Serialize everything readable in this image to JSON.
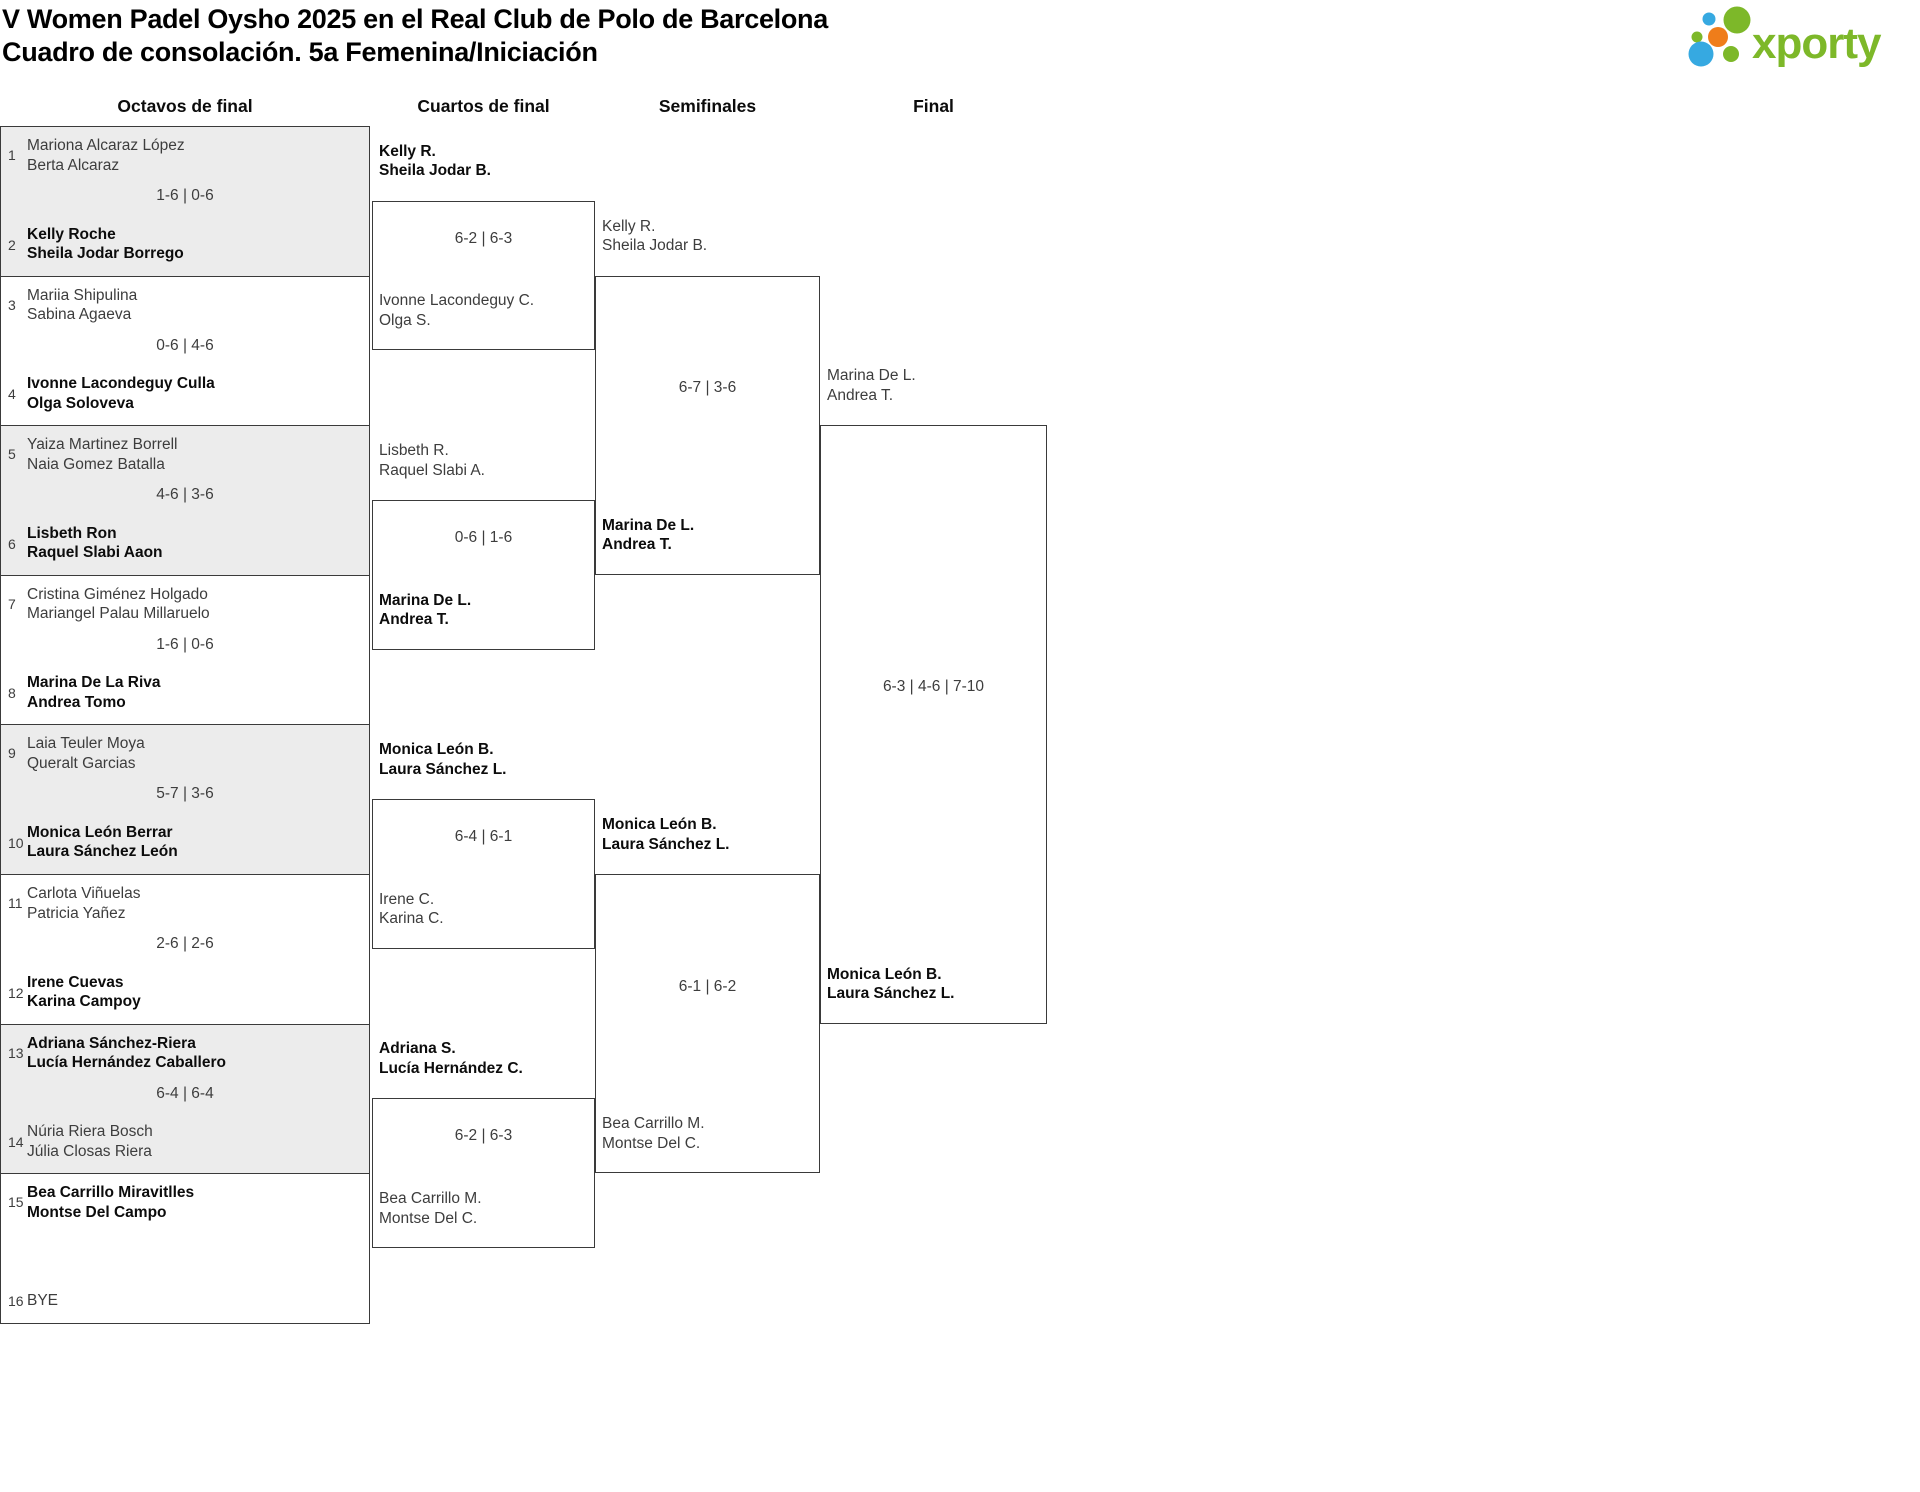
{
  "title": {
    "line1": "V Women Padel Oysho 2025 en el Real Club de Polo de Barcelona",
    "line2": "Cuadro de consolación. 5a Femenina/Iniciación"
  },
  "logo": {
    "brand": "xporty",
    "green": "#7db829",
    "blue": "#36a9e1",
    "orange": "#ef7d1a"
  },
  "round_headers": [
    "Octavos de final",
    "Cuartos de final",
    "Semifinales",
    "Final"
  ],
  "r16": [
    {
      "seed1": "1",
      "team1": [
        "Mariona Alcaraz López",
        "Berta Alcaraz"
      ],
      "w1": false,
      "score": "1-6 | 0-6",
      "seed2": "2",
      "team2": [
        "Kelly Roche",
        "Sheila Jodar Borrego"
      ],
      "w2": true
    },
    {
      "seed1": "3",
      "team1": [
        "Mariia Shipulina",
        "Sabina Agaeva"
      ],
      "w1": false,
      "score": "0-6 | 4-6",
      "seed2": "4",
      "team2": [
        "Ivonne Lacondeguy Culla",
        "Olga Soloveva"
      ],
      "w2": true
    },
    {
      "seed1": "5",
      "team1": [
        "Yaiza Martinez Borrell",
        "Naia Gomez Batalla"
      ],
      "w1": false,
      "score": "4-6 | 3-6",
      "seed2": "6",
      "team2": [
        "Lisbeth Ron",
        "Raquel Slabi Aaon"
      ],
      "w2": true
    },
    {
      "seed1": "7",
      "team1": [
        "Cristina Giménez Holgado",
        "Mariangel Palau Millaruelo"
      ],
      "w1": false,
      "score": "1-6 | 0-6",
      "seed2": "8",
      "team2": [
        "Marina De La Riva",
        "Andrea Tomo"
      ],
      "w2": true
    },
    {
      "seed1": "9",
      "team1": [
        "Laia Teuler Moya",
        "Queralt Garcias"
      ],
      "w1": false,
      "score": "5-7 | 3-6",
      "seed2": "10",
      "team2": [
        "Monica León Berrar",
        "Laura Sánchez León"
      ],
      "w2": true
    },
    {
      "seed1": "11",
      "team1": [
        "Carlota Viñuelas",
        "Patricia Yañez"
      ],
      "w1": false,
      "score": "2-6 | 2-6",
      "seed2": "12",
      "team2": [
        "Irene Cuevas",
        "Karina Campoy"
      ],
      "w2": true
    },
    {
      "seed1": "13",
      "team1": [
        "Adriana Sánchez-Riera",
        "Lucía Hernández Caballero"
      ],
      "w1": true,
      "score": "6-4 | 6-4",
      "seed2": "14",
      "team2": [
        "Núria Riera Bosch",
        "Júlia Closas Riera"
      ],
      "w2": false
    },
    {
      "seed1": "15",
      "team1": [
        "Bea Carrillo Miravitlles",
        "Montse Del Campo"
      ],
      "w1": true,
      "score": "",
      "seed2": "16",
      "team2": [
        "BYE"
      ],
      "w2": false
    }
  ],
  "qf": [
    {
      "top": [
        "Kelly R.",
        "Sheila Jodar B."
      ],
      "top_winner": true,
      "score": "6-2 | 6-3",
      "bottom": [
        "Ivonne Lacondeguy C.",
        "Olga S."
      ],
      "bottom_winner": false
    },
    {
      "top": [
        "Lisbeth R.",
        "Raquel Slabi A."
      ],
      "top_winner": false,
      "score": "0-6 | 1-6",
      "bottom": [
        "Marina De L.",
        "Andrea T."
      ],
      "bottom_winner": true
    },
    {
      "top": [
        "Monica León B.",
        "Laura Sánchez L."
      ],
      "top_winner": true,
      "score": "6-4 | 6-1",
      "bottom": [
        "Irene C.",
        "Karina C."
      ],
      "bottom_winner": false
    },
    {
      "top": [
        "Adriana S.",
        "Lucía Hernández C."
      ],
      "top_winner": true,
      "score": "6-2 | 6-3",
      "bottom": [
        "Bea Carrillo M.",
        "Montse Del C."
      ],
      "bottom_winner": false
    }
  ],
  "sf": [
    {
      "top": [
        "Kelly R.",
        "Sheila Jodar B."
      ],
      "top_winner": false,
      "score": "6-7 | 3-6",
      "bottom": [
        "Marina De L.",
        "Andrea T."
      ],
      "bottom_winner": true
    },
    {
      "top": [
        "Monica León B.",
        "Laura Sánchez L."
      ],
      "top_winner": true,
      "score": "6-1 | 6-2",
      "bottom": [
        "Bea Carrillo M.",
        "Montse Del C."
      ],
      "bottom_winner": false
    }
  ],
  "final": {
    "top": [
      "Marina De L.",
      "Andrea T."
    ],
    "top_winner": false,
    "score": "6-3 | 4-6 | 7-10",
    "bottom": [
      "Monica León B.",
      "Laura Sánchez L."
    ],
    "bottom_winner": true
  }
}
